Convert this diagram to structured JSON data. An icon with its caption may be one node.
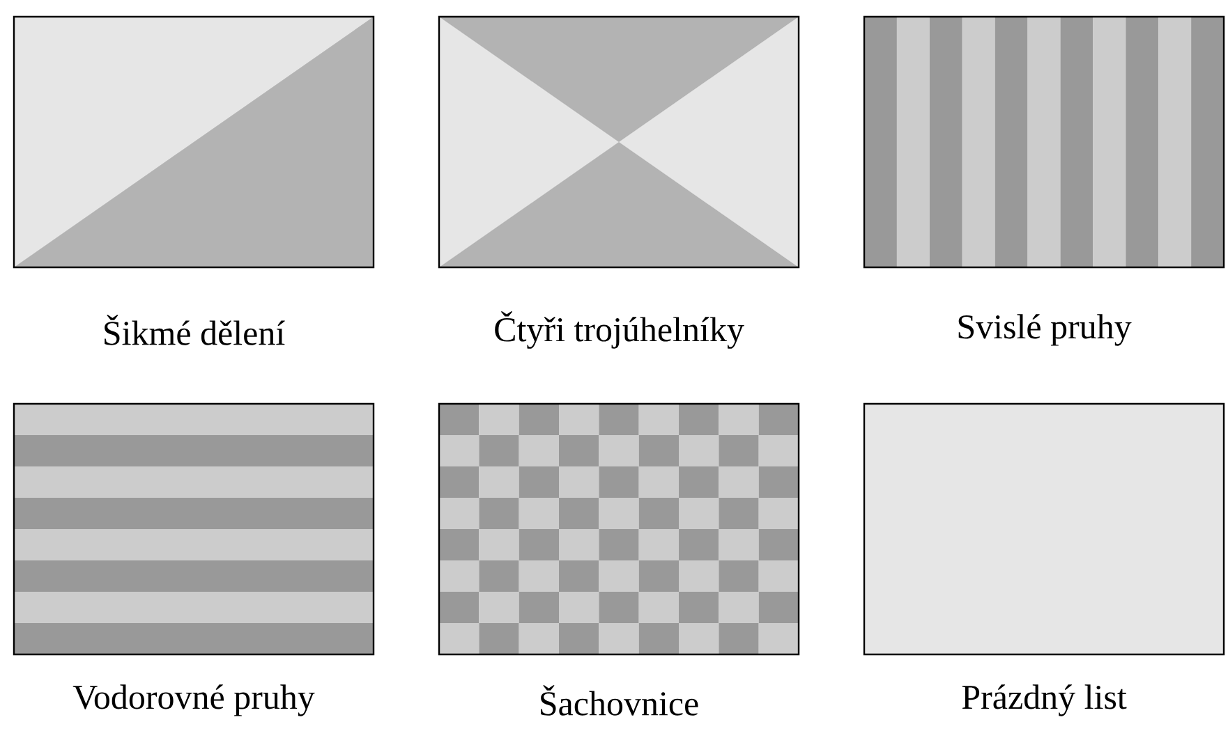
{
  "diagram": {
    "nodes": [
      {
        "text": [
          "Šikmé dělení"
        ]
      },
      {
        "text": [
          "Čtyři trojúhelníky"
        ]
      },
      {
        "text": [
          "Svislé pruhy"
        ]
      },
      {
        "text": [
          "Vodorovné pruhy"
        ]
      },
      {
        "text": [
          "Šachovnice"
        ]
      },
      {
        "text": [
          "Prázdný list"
        ]
      }
    ]
  }
}
